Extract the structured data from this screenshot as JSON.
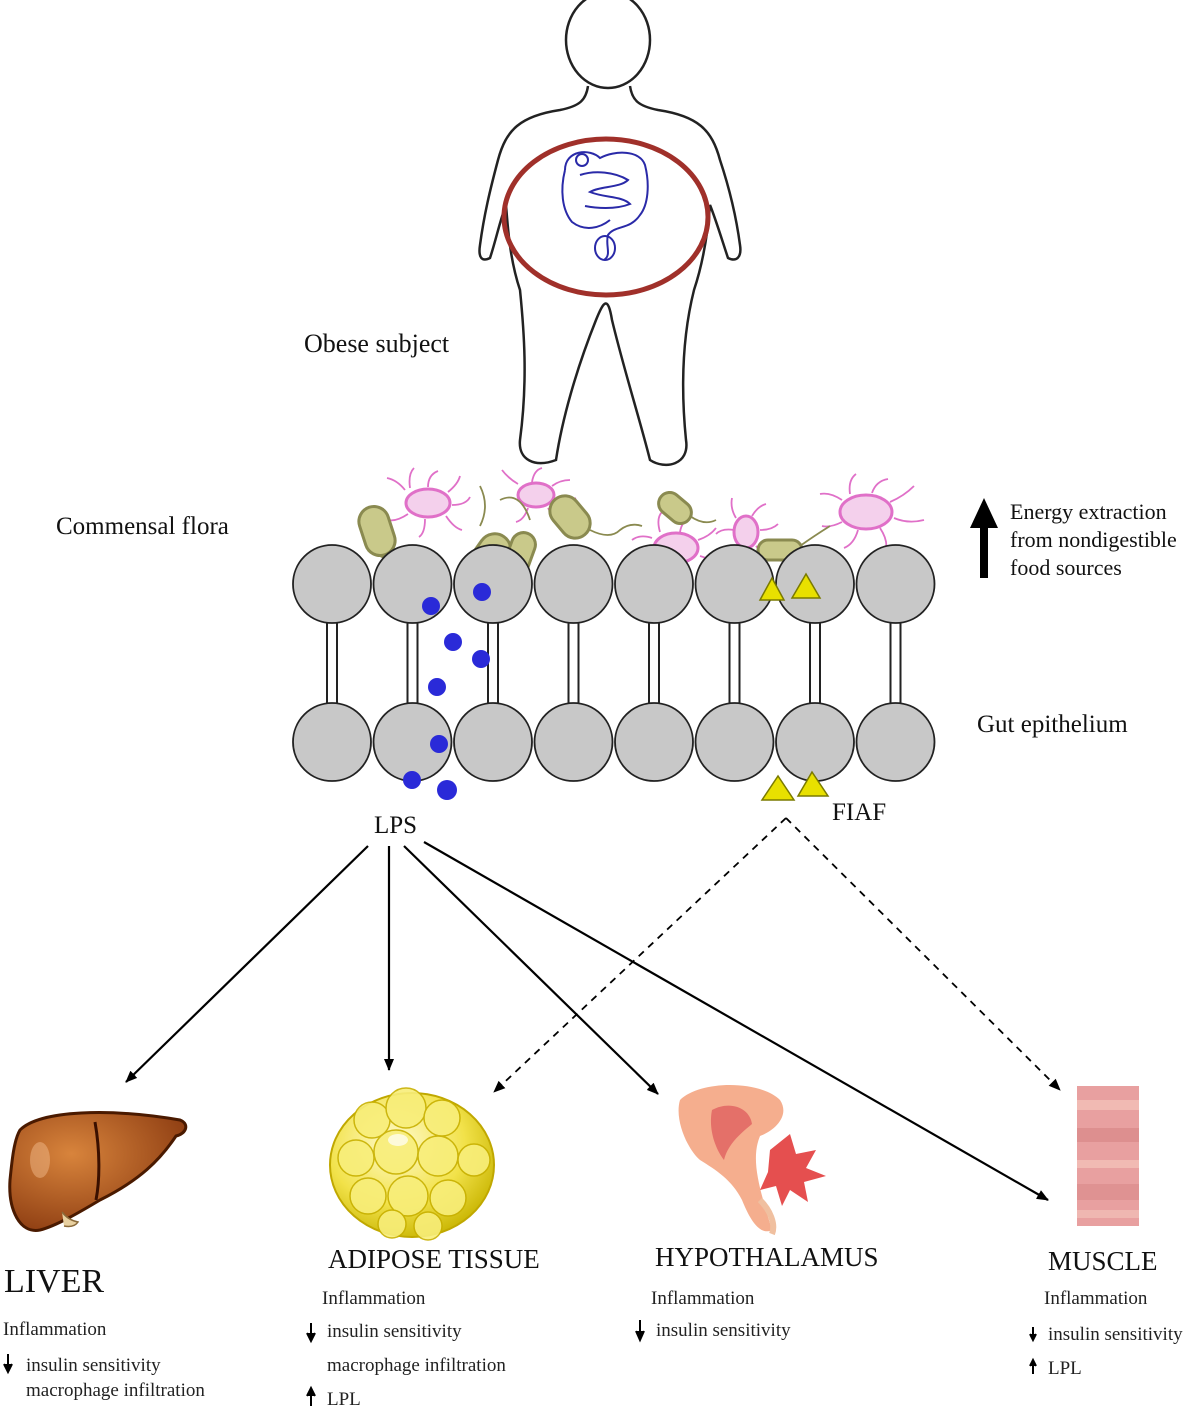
{
  "labels": {
    "obese_subject": "Obese subject",
    "commensal_flora": "Commensal flora",
    "gut_epithelium": "Gut epithelium",
    "lps": "LPS",
    "fiaf": "FIAF",
    "energy_line1": "Energy extraction",
    "energy_line2": "from nondigestible",
    "energy_line3": "food sources"
  },
  "organs": {
    "liver": {
      "name": "LIVER",
      "lines": [
        "Inflammation",
        "insulin sensitivity",
        "macrophage infiltration"
      ]
    },
    "adipose": {
      "name": "ADIPOSE TISSUE",
      "lines": [
        "Inflammation",
        "insulin sensitivity",
        "macrophage infiltration",
        "LPL"
      ]
    },
    "hypothalamus": {
      "name": "HYPOTHALAMUS",
      "lines": [
        "Inflammation",
        "insulin sensitivity"
      ]
    },
    "muscle": {
      "name": "MUSCLE",
      "lines": [
        "Inflammation",
        "insulin sensitivity",
        "LPL"
      ]
    }
  },
  "colors": {
    "cell_fill": "#c8c8c8",
    "lps_dot": "#2a2ad8",
    "fiaf_triangle": "#e8e000",
    "gut_ring": "#a0302a",
    "intestine": "#2a2aa8",
    "bacteria_pink": "#e070c8",
    "bacteria_olive": "#b8b878"
  }
}
